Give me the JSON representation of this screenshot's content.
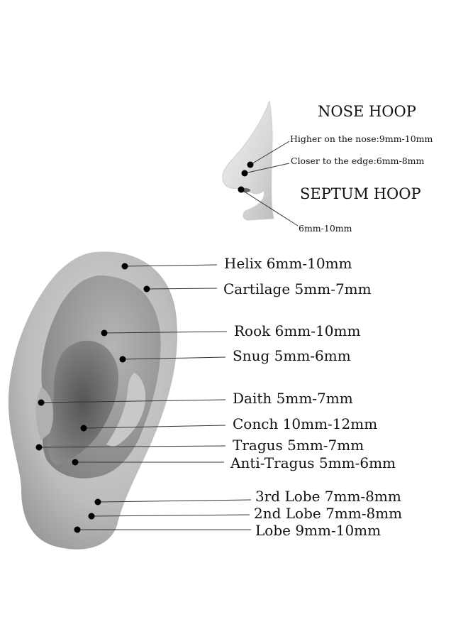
{
  "nose": {
    "nose_hoop_title": "NOSE HOOP",
    "higher": "Higher on the nose:9mm-10mm",
    "closer": "Closer to the edge:6mm-8mm",
    "septum_title": "SEPTUM HOOP",
    "septum_size": "6mm-10mm"
  },
  "ear": {
    "points": [
      {
        "label": "Helix 6mm-10mm"
      },
      {
        "label": "Cartilage 5mm-7mm"
      },
      {
        "label": "Rook 6mm-10mm"
      },
      {
        "label": "Snug 5mm-6mm"
      },
      {
        "label": "Daith 5mm-7mm"
      },
      {
        "label": "Conch 10mm-12mm"
      },
      {
        "label": "Tragus 5mm-7mm"
      },
      {
        "label": "Anti-Tragus 5mm-6mm"
      },
      {
        "label": "3rd Lobe 7mm-8mm"
      },
      {
        "label": "2nd Lobe 7mm-8mm"
      },
      {
        "label": "Lobe 9mm-10mm"
      }
    ]
  }
}
